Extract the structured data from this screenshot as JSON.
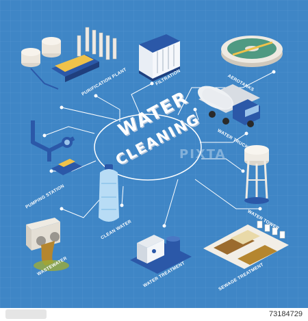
{
  "diagram": {
    "center_title_line1": "WATER",
    "center_title_line2": "CLEANING",
    "nodes": {
      "purification_plant": "PURIFICATION PLANT",
      "filtration": "FILTRATION",
      "aerotanks": "AEROTANKS",
      "water_truck": "WATER TRUCK",
      "water_tower": "WATER TOWER",
      "sewage_treatment": "SEWAGE TREATMENT",
      "water_treatment": "WATER TREATMENT",
      "wastewater": "WASTEWATER",
      "clean_water": "CLEAN WATER",
      "pumping_station": "PUMPING STATION"
    }
  },
  "watermark": "PIXTA",
  "footer": {
    "image_id": "73184729"
  },
  "colors": {
    "background": "#3f86c6",
    "accent": "#2b58a8",
    "sand": "#e9d9a8"
  }
}
